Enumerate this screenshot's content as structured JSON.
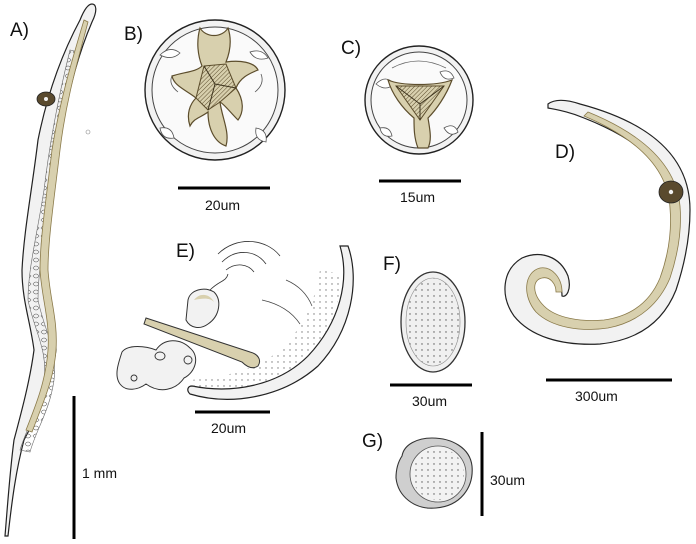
{
  "panels": {
    "a": {
      "label": "A)",
      "scale": "1 mm"
    },
    "b": {
      "label": "B)",
      "scale": "20um"
    },
    "c": {
      "label": "C)",
      "scale": "15um"
    },
    "d": {
      "label": "D)",
      "scale": "300um"
    },
    "e": {
      "label": "E)",
      "scale": "20um"
    },
    "f": {
      "label": "F)",
      "scale": "30um"
    },
    "g": {
      "label": "G)",
      "scale": "30um"
    }
  },
  "colors": {
    "body_fill": "#f2f2f2",
    "organ_fill": "#d8d0ae",
    "organ_dark": "#8a7a4a",
    "mouth_fill": "#b5a678",
    "outline": "#222222",
    "nerve_ring": "#5a4a2e"
  }
}
